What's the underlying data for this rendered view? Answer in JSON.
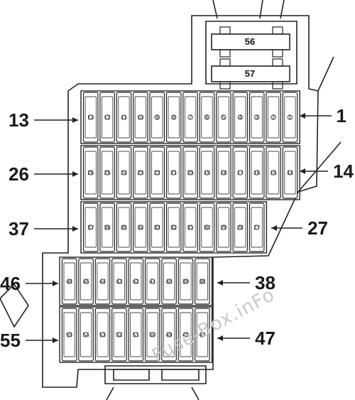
{
  "relays": [
    "56",
    "57"
  ],
  "rows": [
    {
      "numbers": [
        "13",
        "12",
        "11",
        "10",
        "9",
        "8",
        "7",
        "6",
        "5",
        "4",
        "3",
        "2",
        "1"
      ],
      "left_label": "13",
      "right_label": "1"
    },
    {
      "numbers": [
        "26",
        "25",
        "24",
        "23",
        "22",
        "21",
        "20",
        "19",
        "18",
        "17",
        "16",
        "15",
        "14"
      ],
      "left_label": "26",
      "right_label": "14"
    },
    {
      "numbers": [
        "37",
        "36",
        "35",
        "34",
        "33",
        "32",
        "31",
        "30",
        "29",
        "28",
        "27"
      ],
      "left_label": "37",
      "right_label": "27"
    },
    {
      "numbers": [
        "46",
        "45",
        "44",
        "43",
        "42",
        "41",
        "40",
        "39",
        "38"
      ],
      "left_label": "46",
      "right_label": "38"
    },
    {
      "numbers": [
        "55",
        "54",
        "53",
        "52",
        "51",
        "50",
        "49",
        "48",
        "47"
      ],
      "left_label": "55",
      "right_label": "47"
    }
  ],
  "watermark": "Fuse-Box.inFo",
  "colors": {
    "line": "#222222",
    "callout": "#1a1a1a",
    "watermark": "#c9c9c9"
  }
}
